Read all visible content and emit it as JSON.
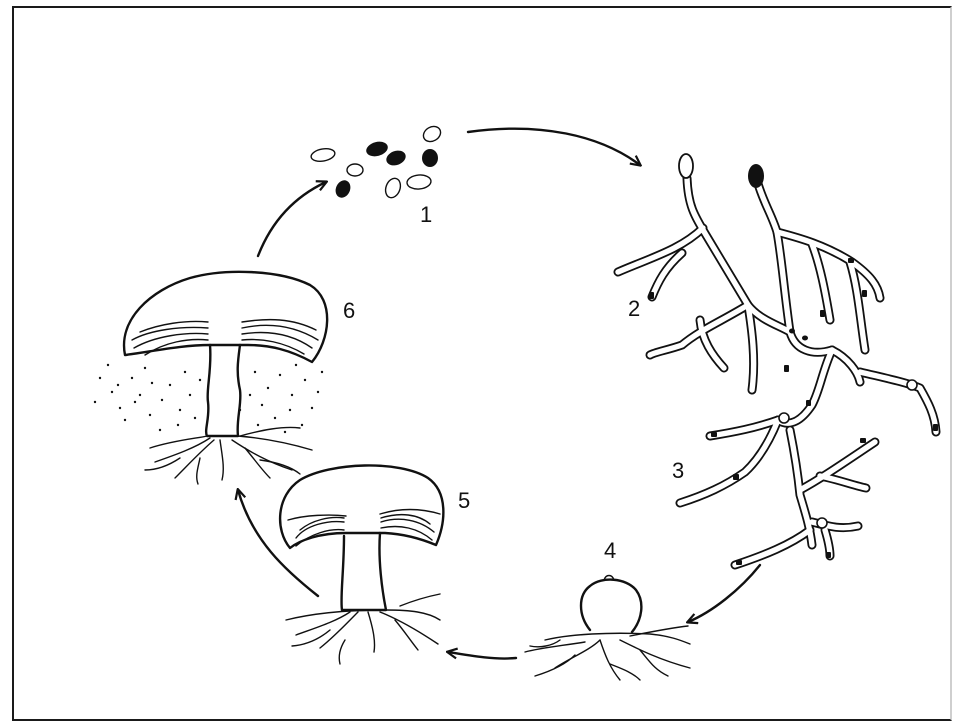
{
  "stages": [
    {
      "id": "spores",
      "label": "1"
    },
    {
      "id": "germinating-spores",
      "label": "2"
    },
    {
      "id": "mycelium",
      "label": "3"
    },
    {
      "id": "button-primordium",
      "label": "4"
    },
    {
      "id": "young-mushroom",
      "label": "5"
    },
    {
      "id": "mature-mushroom",
      "label": "6"
    }
  ],
  "colors": {
    "ink": "#111111",
    "background": "#ffffff"
  }
}
